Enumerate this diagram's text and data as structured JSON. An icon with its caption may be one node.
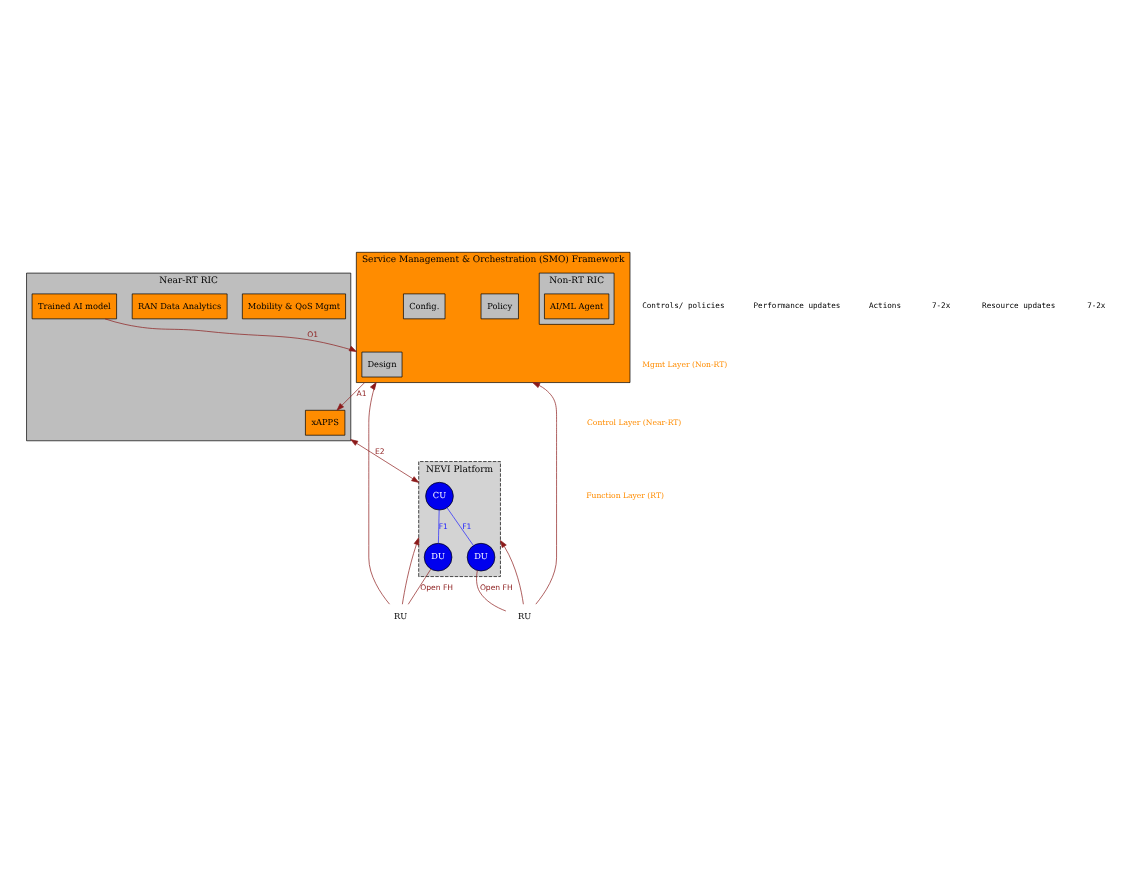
{
  "diagram": {
    "nodes": [
      {
        "text": [
          "Service Management & Orchestration (SMO) Framework"
        ]
      },
      {
        "text": [
          "Design"
        ],
        "in": 0
      },
      {
        "text": [
          "Policy"
        ],
        "in": 0
      },
      {
        "text": [
          "Config."
        ],
        "in": 0
      },
      {
        "text": [
          "Non-RT RIC"
        ],
        "in": 0
      },
      {
        "text": [
          "AI/ML Agent"
        ],
        "in": 4
      },
      {
        "text": [
          "Near-RT RIC"
        ]
      },
      {
        "text": [
          "xAPPS"
        ],
        "in": 6
      },
      {
        "text": [
          "Mobility & QoS Mgmt"
        ],
        "in": 6
      },
      {
        "text": [
          "RAN Data Analytics"
        ],
        "in": 6
      },
      {
        "text": [
          "Trained AI model"
        ],
        "in": 6
      },
      {
        "text": [
          "NEVI Platform"
        ]
      },
      {
        "text": [
          "CU"
        ],
        "in": 11
      },
      {
        "text": [
          "DU"
        ],
        "in": 11
      },
      {
        "text": [
          "DU"
        ],
        "in": 11
      },
      {
        "text": [
          "RU"
        ]
      },
      {
        "text": [
          "RU"
        ]
      }
    ],
    "edges": [
      {
        "from": 0,
        "to": 7,
        "arrow": "to",
        "label": "A1"
      },
      {
        "from": 10,
        "to": 0,
        "arrow": "to",
        "label": "O1"
      },
      {
        "from": 15,
        "to": 0,
        "arrow": "to"
      },
      {
        "from": 16,
        "to": 0,
        "arrow": "to"
      },
      {
        "from": 6,
        "to": 11,
        "arrow": "both",
        "label": "E2"
      },
      {
        "from": 12,
        "to": 13,
        "arrow": "none",
        "label": "F1",
        "color": "#1f1fff"
      },
      {
        "from": 12,
        "to": 14,
        "arrow": "none",
        "label": "F1",
        "color": "#1f1fff"
      },
      {
        "from": 13,
        "to": 15,
        "arrow": "none",
        "label": "Open FH"
      },
      {
        "from": 14,
        "to": 16,
        "arrow": "none",
        "label": "Open FH"
      },
      {
        "from": 15,
        "to": 11,
        "arrow": "to"
      },
      {
        "from": 16,
        "to": 11,
        "arrow": "to"
      }
    ],
    "labels": [
      "Mgmt Layer (Non-RT)",
      "Controls/ policies",
      "Performance updates",
      "Control Layer (Near-RT)",
      "Actions",
      "Function Layer (RT)",
      "7-2x",
      "Resource updates",
      "7-2x"
    ]
  }
}
